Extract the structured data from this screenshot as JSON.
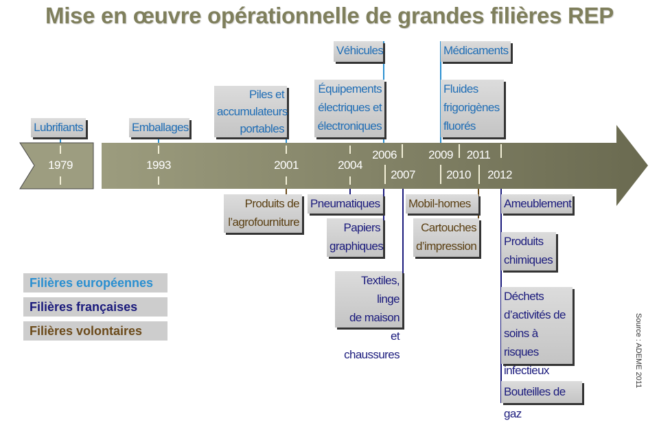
{
  "title": "Mise en œuvre opérationnelle de grandes filières REP",
  "years": [
    "1979",
    "1993",
    "2001",
    "2004",
    "2006",
    "2007",
    "2009",
    "2010",
    "2011",
    "2012"
  ],
  "above": {
    "lubrifiants": "Lubrifiants",
    "emballages": "Emballages",
    "piles": "Piles et\naccumulateurs\nportables",
    "vehicules": "Véhicules",
    "deee": "Équipements\nélectriques et\nélectroniques",
    "medicaments": "Médicaments",
    "fluides": "Fluides\nfrigorigènes\nfluorés"
  },
  "below": {
    "agro": "Produits de\nl’agrofourniture",
    "pneus": "Pneumatiques",
    "papiers": "Papiers\ngraphiques",
    "textiles": "Textiles, linge\nde maison\net chaussures",
    "mobil": "Mobil-homes",
    "cartouches": "Cartouches\nd’impression",
    "ameublement": "Ameublement",
    "chimiques": "Produits\nchimiques",
    "dasri": "Déchets\nd’activités de\nsoins à risques\ninfectieux",
    "gaz": "Bouteilles de gaz"
  },
  "legend": {
    "eu": "Filières européennes",
    "fr": "Filières françaises",
    "vo": "Filières volontaires"
  },
  "colors": {
    "eu": "#1f6db5",
    "fr": "#1a1a7c",
    "vo": "#6b4a1a"
  },
  "source": "Source : ADEME 2011"
}
